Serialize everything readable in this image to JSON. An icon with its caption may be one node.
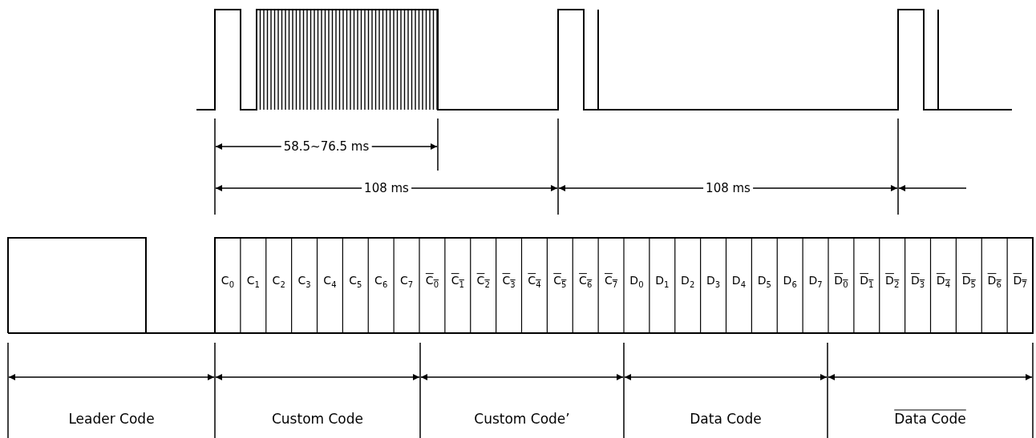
{
  "diagram": {
    "labels": [
      "58.5~76.5 ms",
      "108 ms",
      "108 ms",
      "C$_{0}$",
      "C$_{1}$",
      "C$_{2}$",
      "C$_{3}$",
      "C$_{4}$",
      "C$_{5}$",
      "C$_{6}$",
      "C$_{7}$",
      "C$_{0}$",
      "C$_{1}$",
      "C$_{2}$",
      "C$_{3}$",
      "C$_{4}$",
      "C$_{5}$",
      "C$_{6}$",
      "C$_{7}$",
      "D$_{0}$",
      "D$_{1}$",
      "D$_{2}$",
      "D$_{3}$",
      "D$_{4}$",
      "D$_{5}$",
      "D$_{6}$",
      "D$_{7}$",
      "D$_{0}$",
      "D$_{1}$",
      "D$_{2}$",
      "D$_{3}$",
      "D$_{4}$",
      "D$_{5}$",
      "D$_{6}$",
      "D$_{7}$",
      "Leader Code",
      "Custom Code",
      "Custom Code’",
      "Data Code",
      "Data Code"
    ]
  }
}
